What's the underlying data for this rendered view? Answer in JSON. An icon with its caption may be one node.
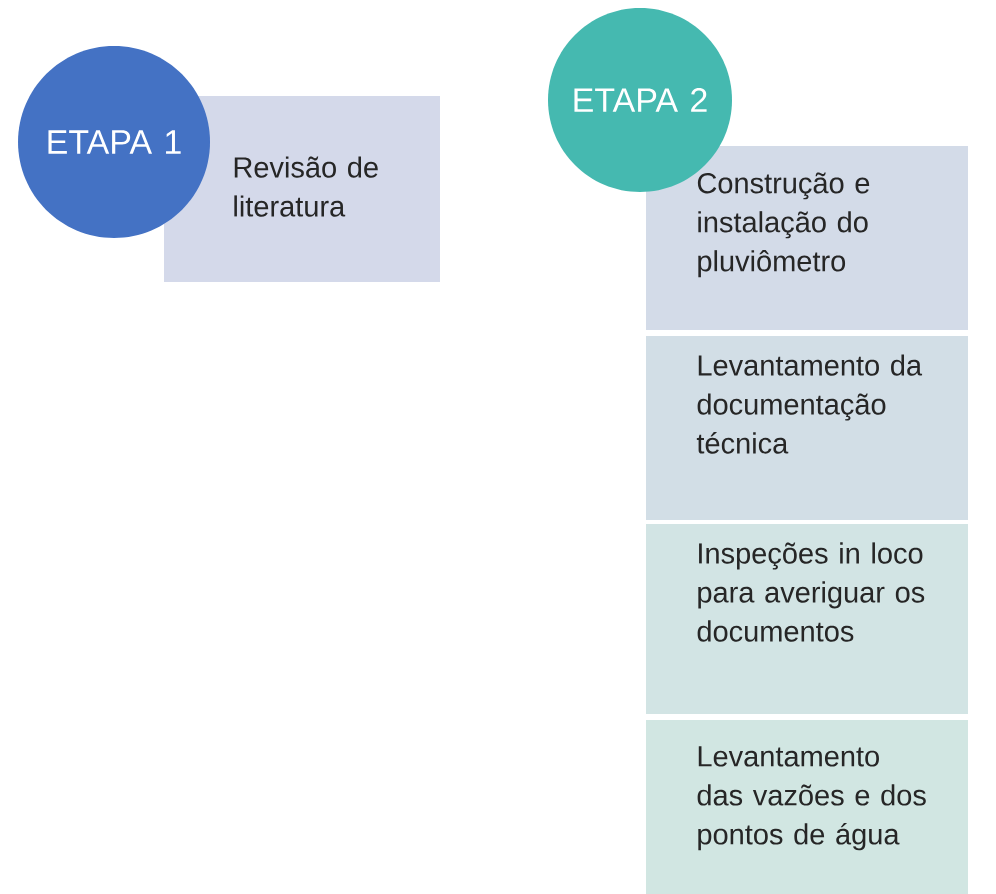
{
  "diagram": {
    "nodes": [
      {
        "text": [
          "ETAPA 1"
        ]
      },
      {
        "text": [
          "Revisão de literatura"
        ]
      },
      {
        "text": [
          "ETAPA 2"
        ]
      },
      {
        "text": [
          "Construção e instalação do pluviômetro"
        ]
      },
      {
        "text": [
          "Levantamento da documentação técnica"
        ]
      },
      {
        "text": [
          "Inspeções in loco para averiguar os documentos"
        ]
      },
      {
        "text": [
          "Levantamento das vazões e dos pontos de água"
        ]
      }
    ]
  }
}
